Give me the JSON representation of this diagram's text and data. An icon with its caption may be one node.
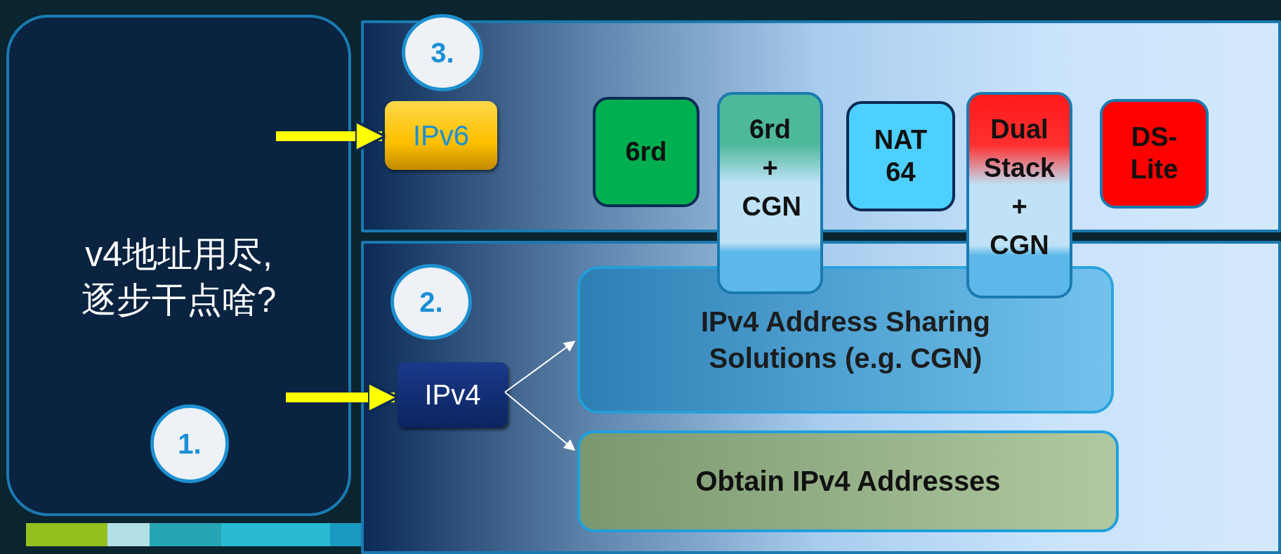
{
  "diagram": {
    "nodes": [
      {
        "text": [
          "v4地址用尽,逐步干点啥?"
        ]
      },
      {
        "text": [
          "1."
        ],
        "in": 0
      },
      {
        "text": [],
        "shape": "box"
      },
      {
        "text": [
          "3."
        ],
        "in": 2
      },
      {
        "text": [
          "IPv6"
        ],
        "in": 2
      },
      {
        "text": [
          "6rd"
        ],
        "in": 2
      },
      {
        "text": [
          "6rd + CGN"
        ]
      },
      {
        "text": [
          "NAT 64"
        ],
        "in": 2
      },
      {
        "text": [
          "Dual Stack + CGN"
        ]
      },
      {
        "text": [
          "DS-Lite"
        ],
        "in": 2
      },
      {
        "text": [],
        "shape": "box"
      },
      {
        "text": [
          "2."
        ],
        "in": 10
      },
      {
        "text": [
          "IPv4"
        ],
        "in": 10
      },
      {
        "text": [
          "IPv4 Address Sharing Solutions (e.g. CGN)"
        ],
        "in": 10
      },
      {
        "text": [
          "Obtain IPv4 Addresses"
        ],
        "in": 10
      }
    ],
    "edges": [
      {
        "from": null,
        "to": 4,
        "arrow": "to",
        "style": "thick",
        "color": "#ffff00"
      },
      {
        "from": null,
        "to": 12,
        "arrow": "to",
        "style": "thick",
        "color": "#ffff00"
      },
      {
        "from": 12,
        "to": 13,
        "arrow": "to",
        "color": "#ffffff"
      },
      {
        "from": 12,
        "to": 14,
        "arrow": "to",
        "color": "#ffffff"
      }
    ]
  }
}
